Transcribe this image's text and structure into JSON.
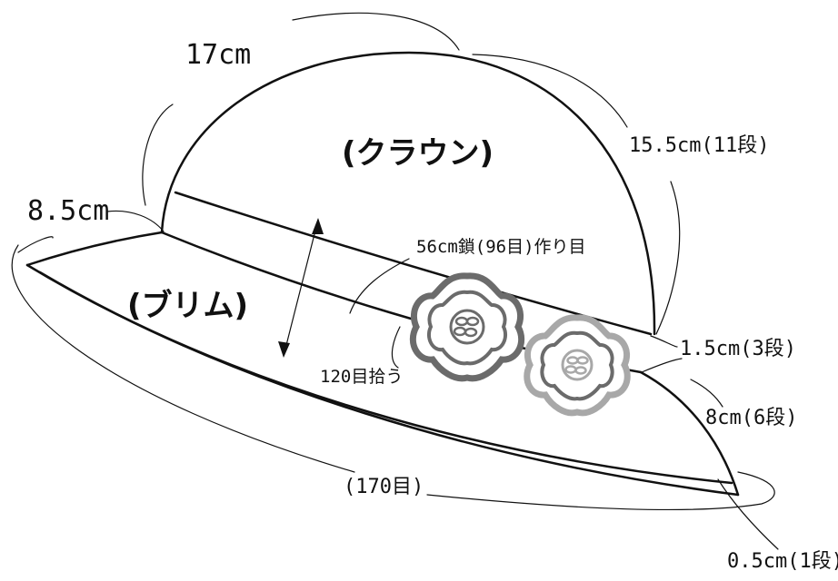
{
  "parts": {
    "crown": "(クラウン)",
    "brim": "(ブリム)"
  },
  "labels": {
    "crown_width": "17cm",
    "crown_height": "15.5cm(11段)",
    "side_height": "8.5cm",
    "foundation_chain": "56cm鎖(96目)作り目",
    "band_height": "1.5cm(3段)",
    "pickup": "120目拾う",
    "brim_width": "8cm(6段)",
    "brim_stitches": "(170目)",
    "edging": "0.5cm(1段)"
  },
  "colors": {
    "line": "#111111",
    "flower_dark": "#6b6b6b",
    "flower_light": "#a8a8a8",
    "background": "#ffffff"
  }
}
